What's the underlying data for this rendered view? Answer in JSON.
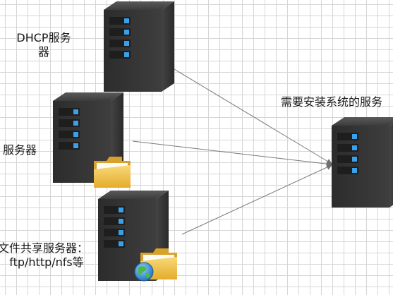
{
  "diagram": {
    "nodes": {
      "dhcp_server": {
        "label_line1": "DHCP服务",
        "label_line2": "器"
      },
      "tftp_server": {
        "label": "服务器"
      },
      "file_server": {
        "label_line1": "文件共享服务器：",
        "label_line2": "ftp/http/nfs等"
      },
      "target_server": {
        "label": "需要安装系统的服务"
      }
    },
    "edges": [
      {
        "from": "dhcp_server",
        "to": "target_server"
      },
      {
        "from": "tftp_server",
        "to": "target_server"
      },
      {
        "from": "file_server",
        "to": "target_server"
      }
    ],
    "icons": [
      "server-icon",
      "folder-icon",
      "globe-icon"
    ],
    "colors": {
      "grid": "#d6d6d6",
      "server_body": "#3a3a3a",
      "drive_led": "#3aa0e8",
      "folder": "#f2c34a",
      "connector": "#7a7a7a",
      "globe": "#2f8fd8"
    }
  }
}
